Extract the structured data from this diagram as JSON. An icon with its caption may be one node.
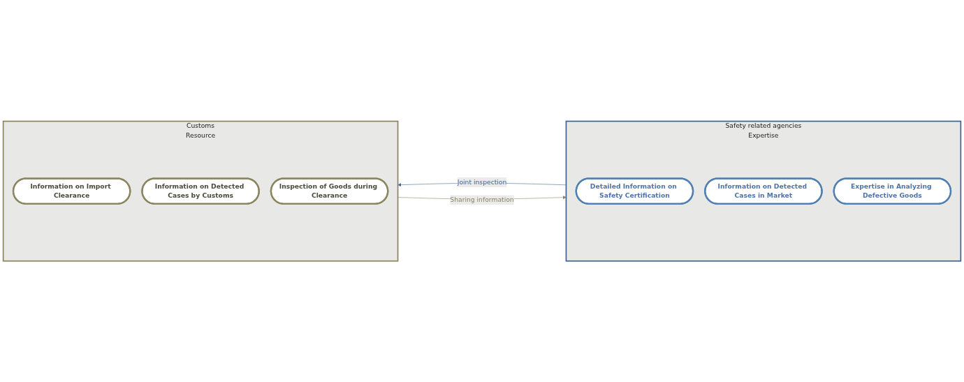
{
  "diagram": {
    "nodes": [
      {
        "text": [
          "Customs",
          "Resource"
        ]
      },
      {
        "text": [
          "Information on Import Clearance"
        ],
        "in": 0
      },
      {
        "text": [
          "Information on Detected Cases by Customs"
        ],
        "in": 0
      },
      {
        "text": [
          "Inspection of Goods during Clearance"
        ],
        "in": 0
      },
      {
        "text": [
          "Safety related agencies",
          "Expertise"
        ]
      },
      {
        "text": [
          "Detailed Information on Safety Certification"
        ],
        "in": 4
      },
      {
        "text": [
          "Information on Detected Cases in Market"
        ],
        "in": 4
      },
      {
        "text": [
          "Expertise in Analyzing Defective Goods"
        ],
        "in": 4
      }
    ],
    "edges": [
      {
        "from": 0,
        "to": 4,
        "arrow": "to",
        "label": "Sharing information",
        "color": "#8b8560"
      },
      {
        "from": 4,
        "to": 0,
        "arrow": "to",
        "label": "Joint inspection",
        "color": "#3f6496"
      }
    ]
  }
}
